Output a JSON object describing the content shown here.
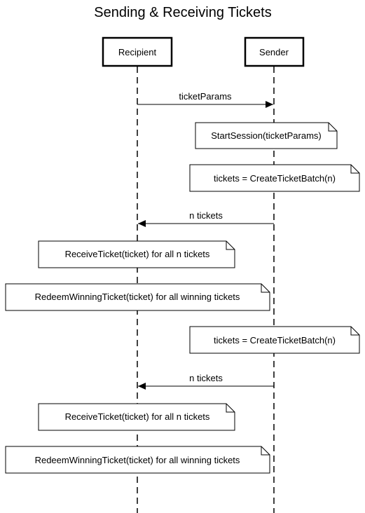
{
  "title": "Sending & Receiving Tickets",
  "participants": [
    {
      "id": "recipient",
      "label": "Recipient"
    },
    {
      "id": "sender",
      "label": "Sender"
    }
  ],
  "messages": [
    {
      "from": "recipient",
      "to": "sender",
      "label": "ticketParams"
    },
    {
      "from": "sender",
      "to": "recipient",
      "label": "n tickets"
    },
    {
      "from": "sender",
      "to": "recipient",
      "label": "n tickets"
    }
  ],
  "notes": [
    {
      "owner": "sender",
      "text": "StartSession(ticketParams)"
    },
    {
      "owner": "sender",
      "text": "tickets = CreateTicketBatch(n)"
    },
    {
      "owner": "recipient",
      "text": "ReceiveTicket(ticket) for all n tickets"
    },
    {
      "owner": "recipient",
      "text": "RedeemWinningTicket(ticket) for all winning tickets"
    },
    {
      "owner": "sender",
      "text": "tickets = CreateTicketBatch(n)"
    },
    {
      "owner": "recipient",
      "text": "ReceiveTicket(ticket) for all n tickets"
    },
    {
      "owner": "recipient",
      "text": "RedeemWinningTicket(ticket) for all winning tickets"
    }
  ],
  "colors": {
    "stroke": "#000000",
    "background": "#ffffff"
  }
}
